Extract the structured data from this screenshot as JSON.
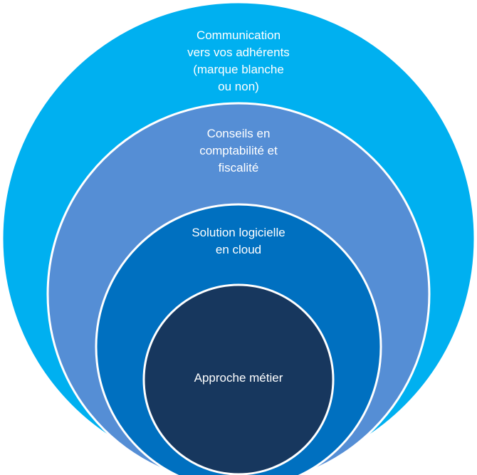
{
  "rings": [
    {
      "label": "Communication\nvers vos adhérents\n(marque blanche\nou non)",
      "color": "#00b0f0"
    },
    {
      "label": "Conseils en\ncomptabilité et\nfiscalité",
      "color": "#558ed5"
    },
    {
      "label": "Solution logicielle\nen cloud",
      "color": "#0070c0"
    },
    {
      "label": "Approche métier",
      "color": "#17375e"
    }
  ],
  "border_color": "#ffffff"
}
